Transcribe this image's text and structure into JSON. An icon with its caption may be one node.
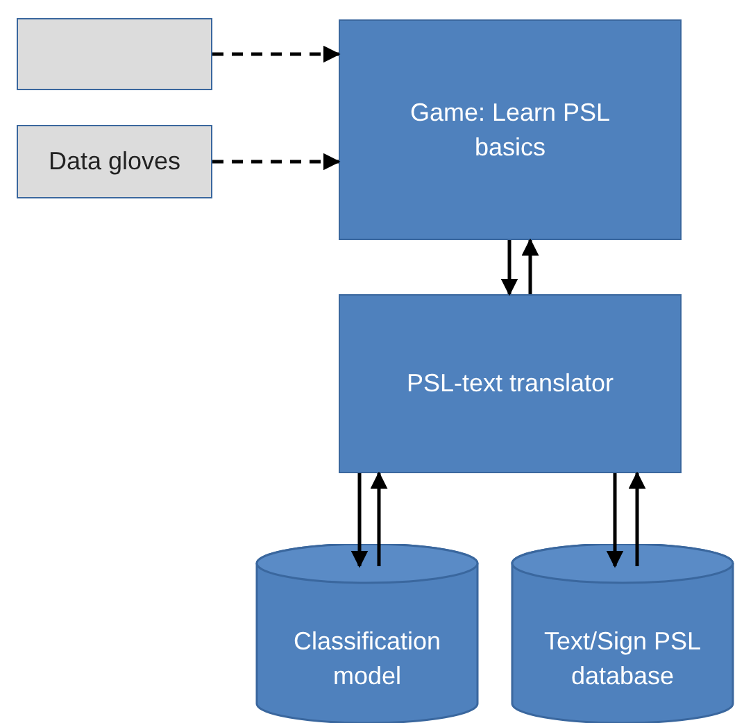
{
  "diagram": {
    "nodes": [
      {
        "text": [],
        "shape": "box"
      },
      {
        "text": [
          "Data gloves"
        ]
      },
      {
        "text": [
          "Game: Learn PSL basics"
        ]
      },
      {
        "text": [
          "PSL-text translator"
        ]
      },
      {
        "text": [
          "Classification model"
        ]
      },
      {
        "text": [
          "Text/Sign PSL database"
        ]
      }
    ],
    "edges": [
      {
        "from": 0,
        "to": 2,
        "arrow": "to",
        "style": "dashed"
      },
      {
        "from": 1,
        "to": 2,
        "arrow": "to",
        "style": "dashed"
      },
      {
        "from": 2,
        "to": 3,
        "arrow": "to"
      },
      {
        "from": 3,
        "to": 2,
        "arrow": "to"
      },
      {
        "from": 3,
        "to": 4,
        "arrow": "to"
      },
      {
        "from": 4,
        "to": 3,
        "arrow": "to"
      },
      {
        "from": 3,
        "to": 5,
        "arrow": "to"
      },
      {
        "from": 5,
        "to": 3,
        "arrow": "to"
      }
    ]
  }
}
